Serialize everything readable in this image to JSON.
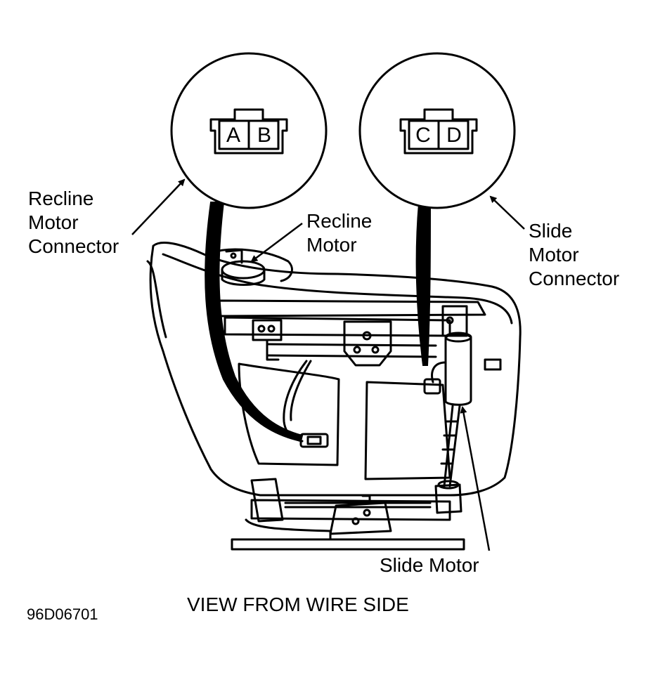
{
  "diagram": {
    "caption": "VIEW FROM WIRE SIDE",
    "figure_id": "96D06701",
    "colors": {
      "ink": "#000000",
      "paper": "#ffffff"
    },
    "labels": {
      "recline_motor_connector": [
        "Recline",
        "Motor",
        "Connector"
      ],
      "recline_motor": [
        "Recline",
        "Motor"
      ],
      "slide_motor_connector": [
        "Slide",
        "Motor",
        "Connector"
      ],
      "slide_motor": "Slide Motor"
    },
    "connectors": {
      "recline": {
        "pins": [
          "A",
          "B"
        ]
      },
      "slide": {
        "pins": [
          "C",
          "D"
        ]
      }
    }
  }
}
